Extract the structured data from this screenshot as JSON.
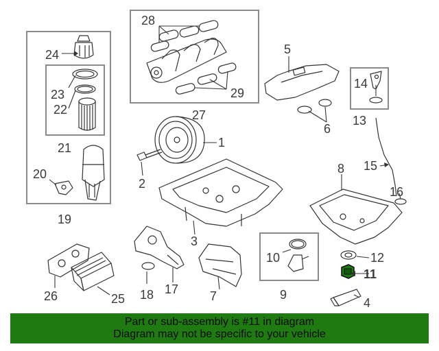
{
  "diagram": {
    "callouts": [
      "1",
      "2",
      "3",
      "4",
      "5",
      "6",
      "7",
      "8",
      "9",
      "10",
      "11",
      "12",
      "13",
      "14",
      "15",
      "16",
      "17",
      "18",
      "19",
      "20",
      "21",
      "22",
      "23",
      "24",
      "25",
      "26",
      "27",
      "28",
      "29"
    ],
    "highlight_part": "11",
    "highlight_color": "#1f7a12"
  },
  "banner": {
    "line1": "Part or sub-assembly is #11 in diagram",
    "line2": "Diagram may not be specific to your vehicle",
    "color": "#1f7a12"
  }
}
